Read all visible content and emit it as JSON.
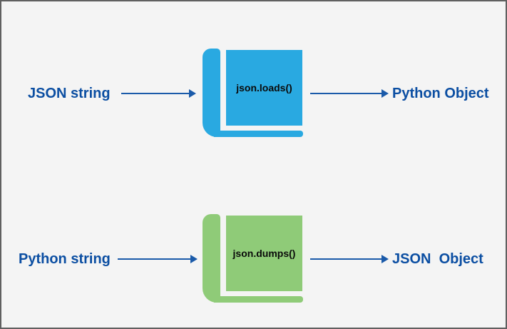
{
  "colors": {
    "background": "#f4f4f4",
    "border": "#606060",
    "label_text": "#0b4ea2",
    "arrow": "#1a5aa9",
    "book_blue": "#29a9e1",
    "book_green": "#8fcb78",
    "book_text": "#0a0a0a"
  },
  "diagram": {
    "rows": [
      {
        "input": "JSON string",
        "function": "json.loads()",
        "output": "Python Object",
        "book_color_name": "blue"
      },
      {
        "input": "Python string",
        "function": "json.dumps()",
        "output": "JSON  Object",
        "book_color_name": "green"
      }
    ]
  }
}
